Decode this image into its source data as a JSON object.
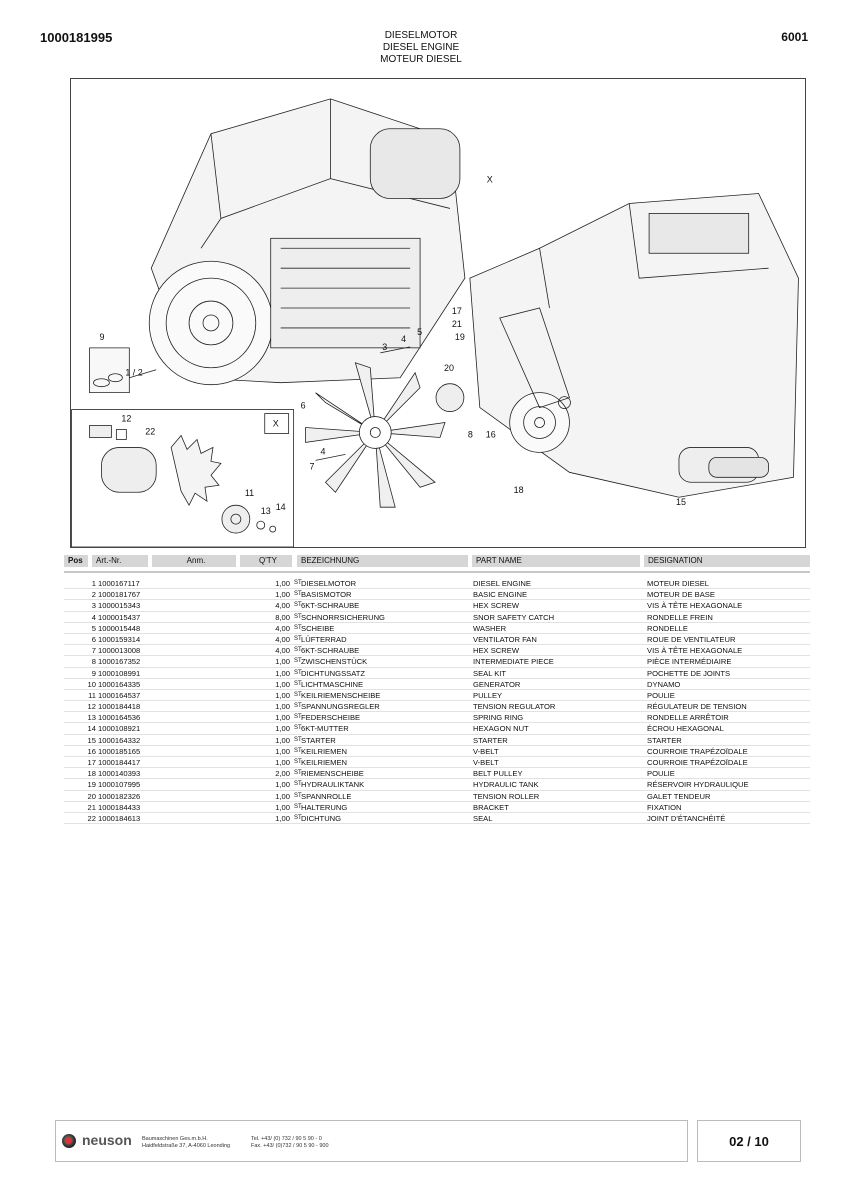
{
  "header": {
    "doc_number": "1000181995",
    "page_code": "6001",
    "title_de": "DIESELMOTOR",
    "title_en": "DIESEL ENGINE",
    "title_fr": "MOTEUR DIESEL"
  },
  "drawing": {
    "inset_label": "X",
    "callouts": [
      "9",
      "1 / 2",
      "3",
      "4",
      "5",
      "6",
      "X",
      "17",
      "21",
      "19",
      "20",
      "8",
      "16",
      "18",
      "15",
      "4",
      "7",
      "12",
      "22",
      "11",
      "13",
      "14"
    ]
  },
  "table": {
    "headers": {
      "pos": "Pos",
      "art": "Art.-Nr.",
      "anm": "Anm.",
      "qty": "Q'TY",
      "de": "BEZEICHNUNG",
      "en": "PART NAME",
      "fr": "DESIGNATION"
    },
    "rows": [
      {
        "pos": "1",
        "art": "1000167117",
        "qty": "1,00",
        "unit": "ST",
        "de": "DIESELMOTOR",
        "en": "DIESEL ENGINE",
        "fr": "MOTEUR DIESEL"
      },
      {
        "pos": "2",
        "art": "1000181767",
        "qty": "1,00",
        "unit": "ST",
        "de": "BASISMOTOR",
        "en": "BASIC ENGINE",
        "fr": "MOTEUR DE BASE"
      },
      {
        "pos": "3",
        "art": "1000015343",
        "qty": "4,00",
        "unit": "ST",
        "de": "6KT-SCHRAUBE",
        "en": "HEX SCREW",
        "fr": "VIS À TÊTE HEXAGONALE"
      },
      {
        "pos": "4",
        "art": "1000015437",
        "qty": "8,00",
        "unit": "ST",
        "de": "SCHNORRSICHERUNG",
        "en": "SNOR SAFETY CATCH",
        "fr": "RONDELLE FREIN"
      },
      {
        "pos": "5",
        "art": "1000015448",
        "qty": "4,00",
        "unit": "ST",
        "de": "SCHEIBE",
        "en": "WASHER",
        "fr": "RONDELLE"
      },
      {
        "pos": "6",
        "art": "1000159314",
        "qty": "4,00",
        "unit": "ST",
        "de": "LÜFTERRAD",
        "en": "VENTILATOR FAN",
        "fr": "ROUE DE VENTILATEUR"
      },
      {
        "pos": "7",
        "art": "1000013008",
        "qty": "4,00",
        "unit": "ST",
        "de": "6KT-SCHRAUBE",
        "en": "HEX SCREW",
        "fr": "VIS À TÊTE HEXAGONALE"
      },
      {
        "pos": "8",
        "art": "1000167352",
        "qty": "1,00",
        "unit": "ST",
        "de": "ZWISCHENSTÜCK",
        "en": "INTERMEDIATE PIECE",
        "fr": "PIÈCE INTERMÉDIAIRE"
      },
      {
        "pos": "9",
        "art": "1000108991",
        "qty": "1,00",
        "unit": "ST",
        "de": "DICHTUNGSSATZ",
        "en": "SEAL KIT",
        "fr": "POCHETTE DE JOINTS"
      },
      {
        "pos": "10",
        "art": "1000164335",
        "qty": "1,00",
        "unit": "ST",
        "de": "LICHTMASCHINE",
        "en": "GENERATOR",
        "fr": "DYNAMO"
      },
      {
        "pos": "11",
        "art": "1000164537",
        "qty": "1,00",
        "unit": "ST",
        "de": "KEILRIEMENSCHEIBE",
        "en": "PULLEY",
        "fr": "POULIE"
      },
      {
        "pos": "12",
        "art": "1000184418",
        "qty": "1,00",
        "unit": "ST",
        "de": "SPANNUNGSREGLER",
        "en": "TENSION REGULATOR",
        "fr": "RÉGULATEUR DE TENSION"
      },
      {
        "pos": "13",
        "art": "1000164536",
        "qty": "1,00",
        "unit": "ST",
        "de": "FEDERSCHEIBE",
        "en": "SPRING RING",
        "fr": "RONDELLE ARRÊTOIR"
      },
      {
        "pos": "14",
        "art": "1000108921",
        "qty": "1,00",
        "unit": "ST",
        "de": "6KT-MUTTER",
        "en": "HEXAGON NUT",
        "fr": "ÉCROU HEXAGONAL"
      },
      {
        "pos": "15",
        "art": "1000164332",
        "qty": "1,00",
        "unit": "ST",
        "de": "STARTER",
        "en": "STARTER",
        "fr": "STARTER"
      },
      {
        "pos": "16",
        "art": "1000185165",
        "qty": "1,00",
        "unit": "ST",
        "de": "KEILRIEMEN",
        "en": "V-BELT",
        "fr": "COURROIE TRAPÉZOÏDALE"
      },
      {
        "pos": "17",
        "art": "1000184417",
        "qty": "1,00",
        "unit": "ST",
        "de": "KEILRIEMEN",
        "en": "V-BELT",
        "fr": "COURROIE TRAPÉZOÏDALE"
      },
      {
        "pos": "18",
        "art": "1000140393",
        "qty": "2,00",
        "unit": "ST",
        "de": "RIEMENSCHEIBE",
        "en": "BELT PULLEY",
        "fr": "POULIE"
      },
      {
        "pos": "19",
        "art": "1000107995",
        "qty": "1,00",
        "unit": "ST",
        "de": "HYDRAULIKTANK",
        "en": "HYDRAULIC TANK",
        "fr": "RÉSERVOIR HYDRAULIQUE"
      },
      {
        "pos": "20",
        "art": "1000182326",
        "qty": "1,00",
        "unit": "ST",
        "de": "SPANNROLLE",
        "en": "TENSION ROLLER",
        "fr": "GALET TENDEUR"
      },
      {
        "pos": "21",
        "art": "1000184433",
        "qty": "1,00",
        "unit": "ST",
        "de": "HALTERUNG",
        "en": "BRACKET",
        "fr": "FIXATION"
      },
      {
        "pos": "22",
        "art": "1000184613",
        "qty": "1,00",
        "unit": "ST",
        "de": "DICHTUNG",
        "en": "SEAL",
        "fr": "JOINT D'ÉTANCHÉITÉ"
      }
    ]
  },
  "footer": {
    "brand": "neuson",
    "company": "Baumaschinen Ges.m.b.H.",
    "address": "Haidfeldstraße 37, A-4060 Leonding",
    "tel": "Tel. +43/ (0) 732 / 90 5 90 - 0",
    "fax": "Fax. +43/ (0)732 / 90 5 90 - 900",
    "page": "02 / 10"
  }
}
